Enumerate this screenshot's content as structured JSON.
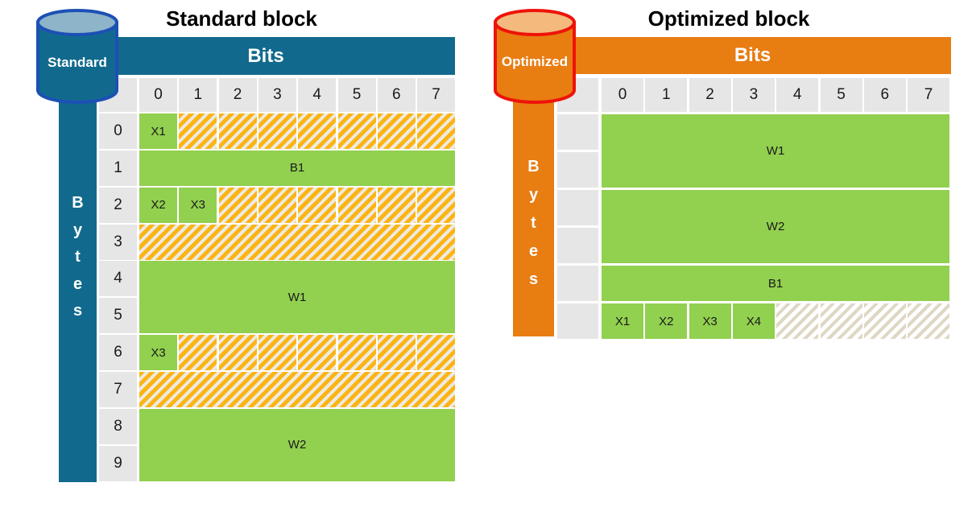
{
  "colors": {
    "standard_accent": "#116a8d",
    "standard_border": "#1d50b5",
    "standard_cylinder_top": "#8db4c8",
    "optimized_accent": "#e87d12",
    "optimized_border": "#ee1309",
    "optimized_cylinder_top": "#f3b97d",
    "green": "#92d050",
    "cell_gray": "#e7e6e6",
    "standard_hatch_stripe": "#fcb414",
    "standard_hatch_bg": "#eceae2",
    "optimized_hatch_stripe": "#ded7c4",
    "optimized_hatch_bg": "#ffffff"
  },
  "standard": {
    "title": "Standard block",
    "cylinder_label": "Standard",
    "bits_header": "Bits",
    "bytes_label": "Bytes",
    "bit_columns": [
      "0",
      "1",
      "2",
      "3",
      "4",
      "5",
      "6",
      "7"
    ],
    "row_labels": [
      "0",
      "1",
      "2",
      "3",
      "4",
      "5",
      "6",
      "7",
      "8",
      "9"
    ],
    "segments": [
      {
        "label": "X1",
        "row": 0,
        "col": 0,
        "fill": "green"
      },
      {
        "label": "",
        "row": 0,
        "col": 1,
        "fill": "hatch"
      },
      {
        "label": "",
        "row": 0,
        "col": 2,
        "fill": "hatch"
      },
      {
        "label": "",
        "row": 0,
        "col": 3,
        "fill": "hatch"
      },
      {
        "label": "",
        "row": 0,
        "col": 4,
        "fill": "hatch"
      },
      {
        "label": "",
        "row": 0,
        "col": 5,
        "fill": "hatch"
      },
      {
        "label": "",
        "row": 0,
        "col": 6,
        "fill": "hatch"
      },
      {
        "label": "",
        "row": 0,
        "col": 7,
        "fill": "hatch"
      },
      {
        "label": "B1",
        "row": 1,
        "col": 0,
        "colspan": 8,
        "fill": "green"
      },
      {
        "label": "X2",
        "row": 2,
        "col": 0,
        "fill": "green"
      },
      {
        "label": "X3",
        "row": 2,
        "col": 1,
        "fill": "green"
      },
      {
        "label": "",
        "row": 2,
        "col": 2,
        "fill": "hatch"
      },
      {
        "label": "",
        "row": 2,
        "col": 3,
        "fill": "hatch"
      },
      {
        "label": "",
        "row": 2,
        "col": 4,
        "fill": "hatch"
      },
      {
        "label": "",
        "row": 2,
        "col": 5,
        "fill": "hatch"
      },
      {
        "label": "",
        "row": 2,
        "col": 6,
        "fill": "hatch"
      },
      {
        "label": "",
        "row": 2,
        "col": 7,
        "fill": "hatch"
      },
      {
        "label": "",
        "row": 3,
        "col": 0,
        "colspan": 8,
        "fill": "hatch"
      },
      {
        "label": "W1",
        "row": 4,
        "col": 0,
        "colspan": 8,
        "rowspan": 2,
        "fill": "green"
      },
      {
        "label": "X3",
        "row": 6,
        "col": 0,
        "fill": "green"
      },
      {
        "label": "",
        "row": 6,
        "col": 1,
        "fill": "hatch"
      },
      {
        "label": "",
        "row": 6,
        "col": 2,
        "fill": "hatch"
      },
      {
        "label": "",
        "row": 6,
        "col": 3,
        "fill": "hatch"
      },
      {
        "label": "",
        "row": 6,
        "col": 4,
        "fill": "hatch"
      },
      {
        "label": "",
        "row": 6,
        "col": 5,
        "fill": "hatch"
      },
      {
        "label": "",
        "row": 6,
        "col": 6,
        "fill": "hatch"
      },
      {
        "label": "",
        "row": 6,
        "col": 7,
        "fill": "hatch"
      },
      {
        "label": "",
        "row": 7,
        "col": 0,
        "colspan": 8,
        "fill": "hatch"
      },
      {
        "label": "W2",
        "row": 8,
        "col": 0,
        "colspan": 8,
        "rowspan": 2,
        "fill": "green"
      }
    ]
  },
  "optimized": {
    "title": "Optimized block",
    "cylinder_label": "Optimized",
    "bits_header": "Bits",
    "bytes_label": "Bytes",
    "bit_columns": [
      "0",
      "1",
      "2",
      "3",
      "4",
      "5",
      "6",
      "7"
    ],
    "row_labels": [
      "",
      "",
      "",
      "",
      "",
      ""
    ],
    "segments": [
      {
        "label": "W1",
        "row": 0,
        "col": 0,
        "colspan": 8,
        "rowspan": 2,
        "fill": "green"
      },
      {
        "label": "W2",
        "row": 2,
        "col": 0,
        "colspan": 8,
        "rowspan": 2,
        "fill": "green"
      },
      {
        "label": "B1",
        "row": 4,
        "col": 0,
        "colspan": 8,
        "fill": "green"
      },
      {
        "label": "X1",
        "row": 5,
        "col": 0,
        "fill": "green"
      },
      {
        "label": "X2",
        "row": 5,
        "col": 1,
        "fill": "green"
      },
      {
        "label": "X3",
        "row": 5,
        "col": 2,
        "fill": "green"
      },
      {
        "label": "X4",
        "row": 5,
        "col": 3,
        "fill": "green"
      },
      {
        "label": "",
        "row": 5,
        "col": 4,
        "fill": "hatch"
      },
      {
        "label": "",
        "row": 5,
        "col": 5,
        "fill": "hatch"
      },
      {
        "label": "",
        "row": 5,
        "col": 6,
        "fill": "hatch"
      },
      {
        "label": "",
        "row": 5,
        "col": 7,
        "fill": "hatch"
      }
    ]
  }
}
